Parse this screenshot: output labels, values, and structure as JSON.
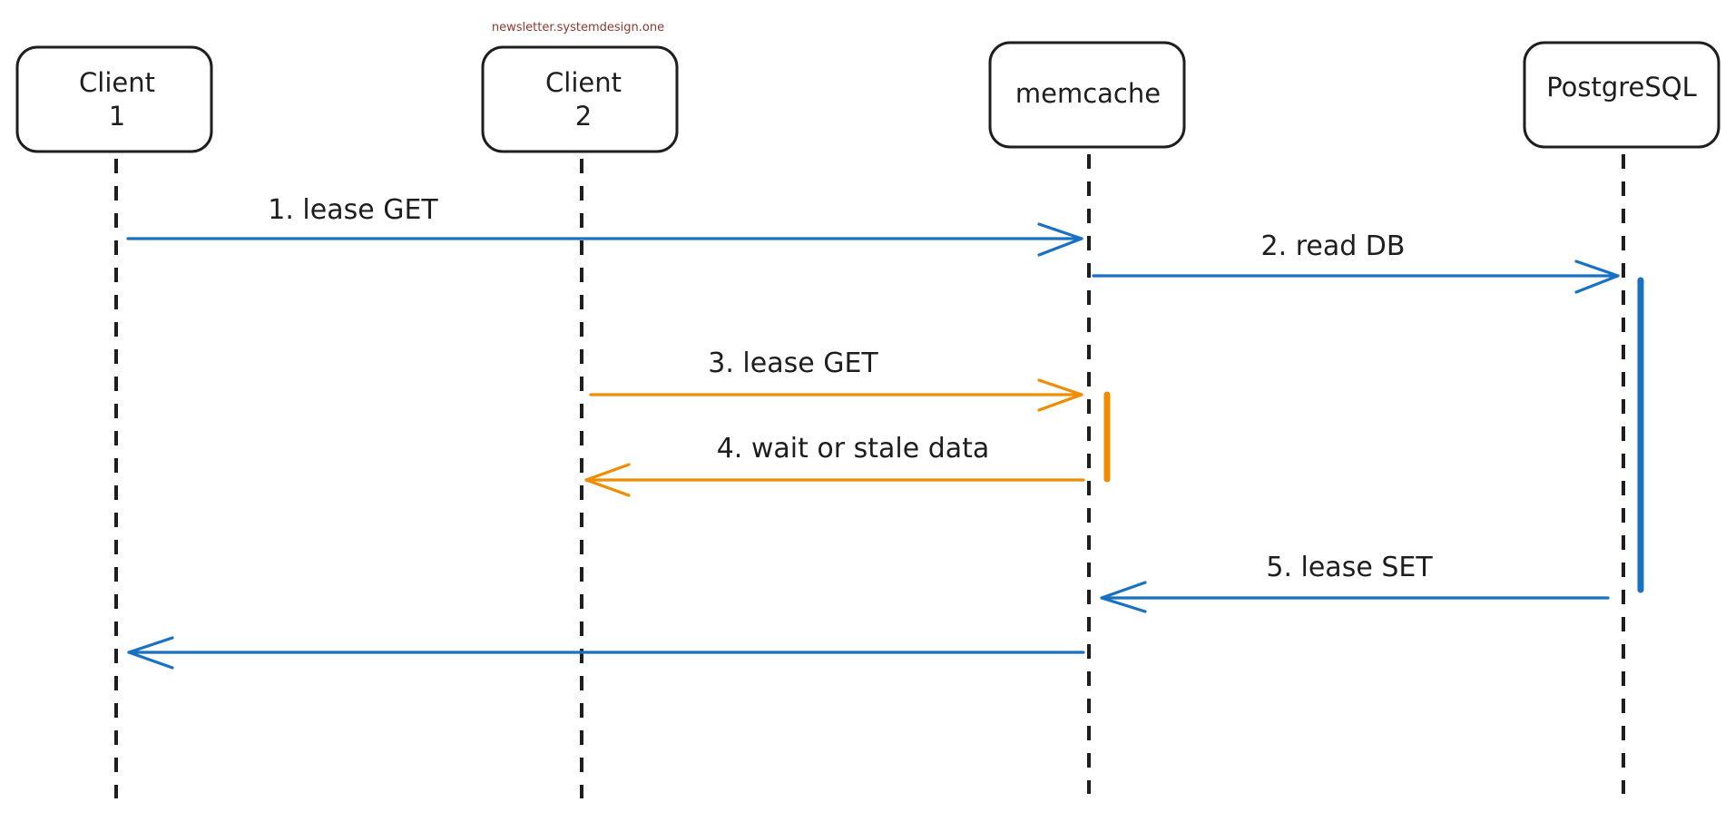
{
  "watermark": "newsletter.systemdesign.one",
  "colors": {
    "ink": "#1e1e1e",
    "blue": "#1971c2",
    "orange": "#f08c00",
    "watermark": "#8a3a2e"
  },
  "actors": [
    {
      "id": "client1",
      "line1": "Client",
      "line2": "1"
    },
    {
      "id": "client2",
      "line1": "Client",
      "line2": "2"
    },
    {
      "id": "memcache",
      "line1": "memcache",
      "line2": ""
    },
    {
      "id": "postgres",
      "line1": "PostgreSQL",
      "line2": ""
    }
  ],
  "messages": [
    {
      "id": "m1",
      "label": "1. lease GET",
      "from": "client1",
      "to": "memcache",
      "color": "blue"
    },
    {
      "id": "m2",
      "label": "2. read DB",
      "from": "memcache",
      "to": "postgres",
      "color": "blue"
    },
    {
      "id": "m3",
      "label": "3. lease GET",
      "from": "client2",
      "to": "memcache",
      "color": "orange"
    },
    {
      "id": "m4",
      "label": "4. wait or stale data",
      "from": "memcache",
      "to": "client2",
      "color": "orange"
    },
    {
      "id": "m5",
      "label": "5. lease SET",
      "from": "postgres",
      "to": "memcache",
      "color": "blue"
    },
    {
      "id": "m6",
      "label": "",
      "from": "memcache",
      "to": "client1",
      "color": "blue"
    }
  ],
  "activations": [
    {
      "actor": "postgres",
      "color": "blue"
    },
    {
      "actor": "memcache",
      "color": "orange"
    }
  ]
}
